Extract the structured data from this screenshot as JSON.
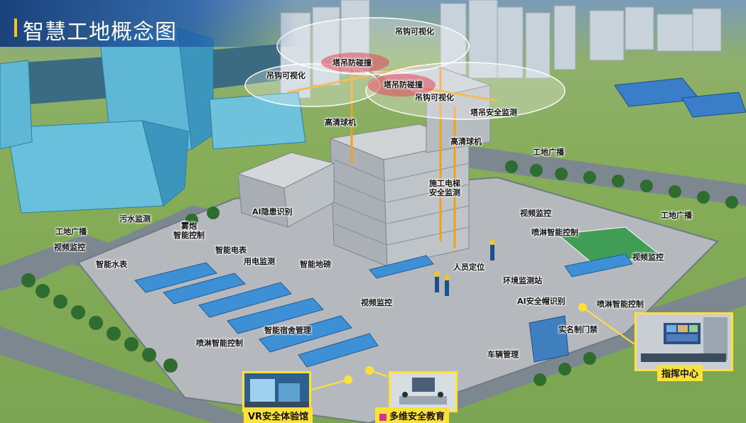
{
  "title": "智慧工地概念图",
  "colors": {
    "title_bar": "#113a78",
    "accent": "#f2c230",
    "inset_border": "#ffe13a",
    "crane": "#f0a21c",
    "roof_blue": "#3d8fd6",
    "grass": "#86ad58",
    "road": "#7c8790"
  },
  "labels": {
    "hook_visual_1": "吊钩可视化",
    "hook_visual_2": "吊钩可视化",
    "hook_visual_3": "吊钩可视化",
    "crane_anticollision_1": "塔吊防碰撞",
    "crane_anticollision_2": "塔吊防碰撞",
    "crane_safety_monitor": "塔吊安全监测",
    "hd_dome_camera_1": "高清球机",
    "hd_dome_camera_2": "高清球机",
    "site_broadcast_1": "工地广播",
    "site_broadcast_2": "工地广播",
    "site_broadcast_3": "工地广播",
    "video_monitor_1": "视频监控",
    "video_monitor_2": "视频监控",
    "video_monitor_3": "视频监控",
    "video_monitor_4": "视频监控",
    "sewage_monitor": "污水监测",
    "fog_cannon_l1": "雾炮",
    "fog_cannon_l2": "智能控制",
    "ai_hazard": "AI隐患识别",
    "elevator_l1": "施工电梯",
    "elevator_l2": "安全监测",
    "spray_control_1": "喷淋智能控制",
    "spray_control_2": "喷淋智能控制",
    "spray_control_3": "喷淋智能控制",
    "smart_meter": "智能电表",
    "power_monitor": "用电监测",
    "smart_scale": "智能地磅",
    "smart_water": "智能水表",
    "personnel_location": "人员定位",
    "env_station": "环境监测站",
    "ai_helmet": "AI安全帽识别",
    "smart_dorm": "智能宿舍管理",
    "realname_gate": "实名制门禁",
    "vehicle_mgmt": "车辆管理"
  },
  "insets": {
    "vr_hall": "VR安全体验馆",
    "safety_edu": "多维安全教育",
    "command_center": "指挥中心"
  }
}
